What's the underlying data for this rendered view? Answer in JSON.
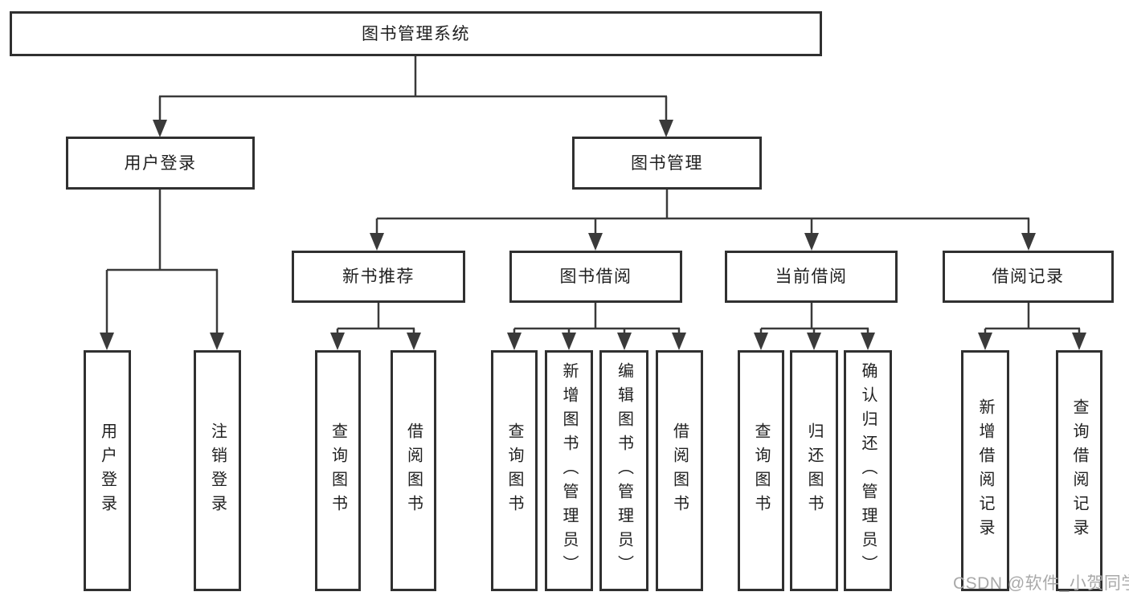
{
  "diagram": {
    "root": {
      "label": "图书管理系统"
    },
    "branches": {
      "login": {
        "label": "用户登录",
        "children": [
          "用户登录",
          "注销登录"
        ]
      },
      "management": {
        "label": "图书管理",
        "groups": [
          {
            "label": "新书推荐",
            "children": [
              "查询图书",
              "借阅图书"
            ]
          },
          {
            "label": "图书借阅",
            "children": [
              "查询图书",
              "新增图书（管理员）",
              "编辑图书（管理员）",
              "借阅图书"
            ]
          },
          {
            "label": "当前借阅",
            "children": [
              "查询图书",
              "归还图书",
              "确认归还（管理员）"
            ]
          },
          {
            "label": "借阅记录",
            "children": [
              "新增借阅记录",
              "查询借阅记录"
            ]
          }
        ]
      }
    },
    "watermark": "CSDN @软件_小贺同学",
    "colors": {
      "line": "#3a3a3a",
      "border": "#303030",
      "text": "#1f1f1f",
      "watermark": "#a9a9a9",
      "background": "#ffffff"
    }
  }
}
